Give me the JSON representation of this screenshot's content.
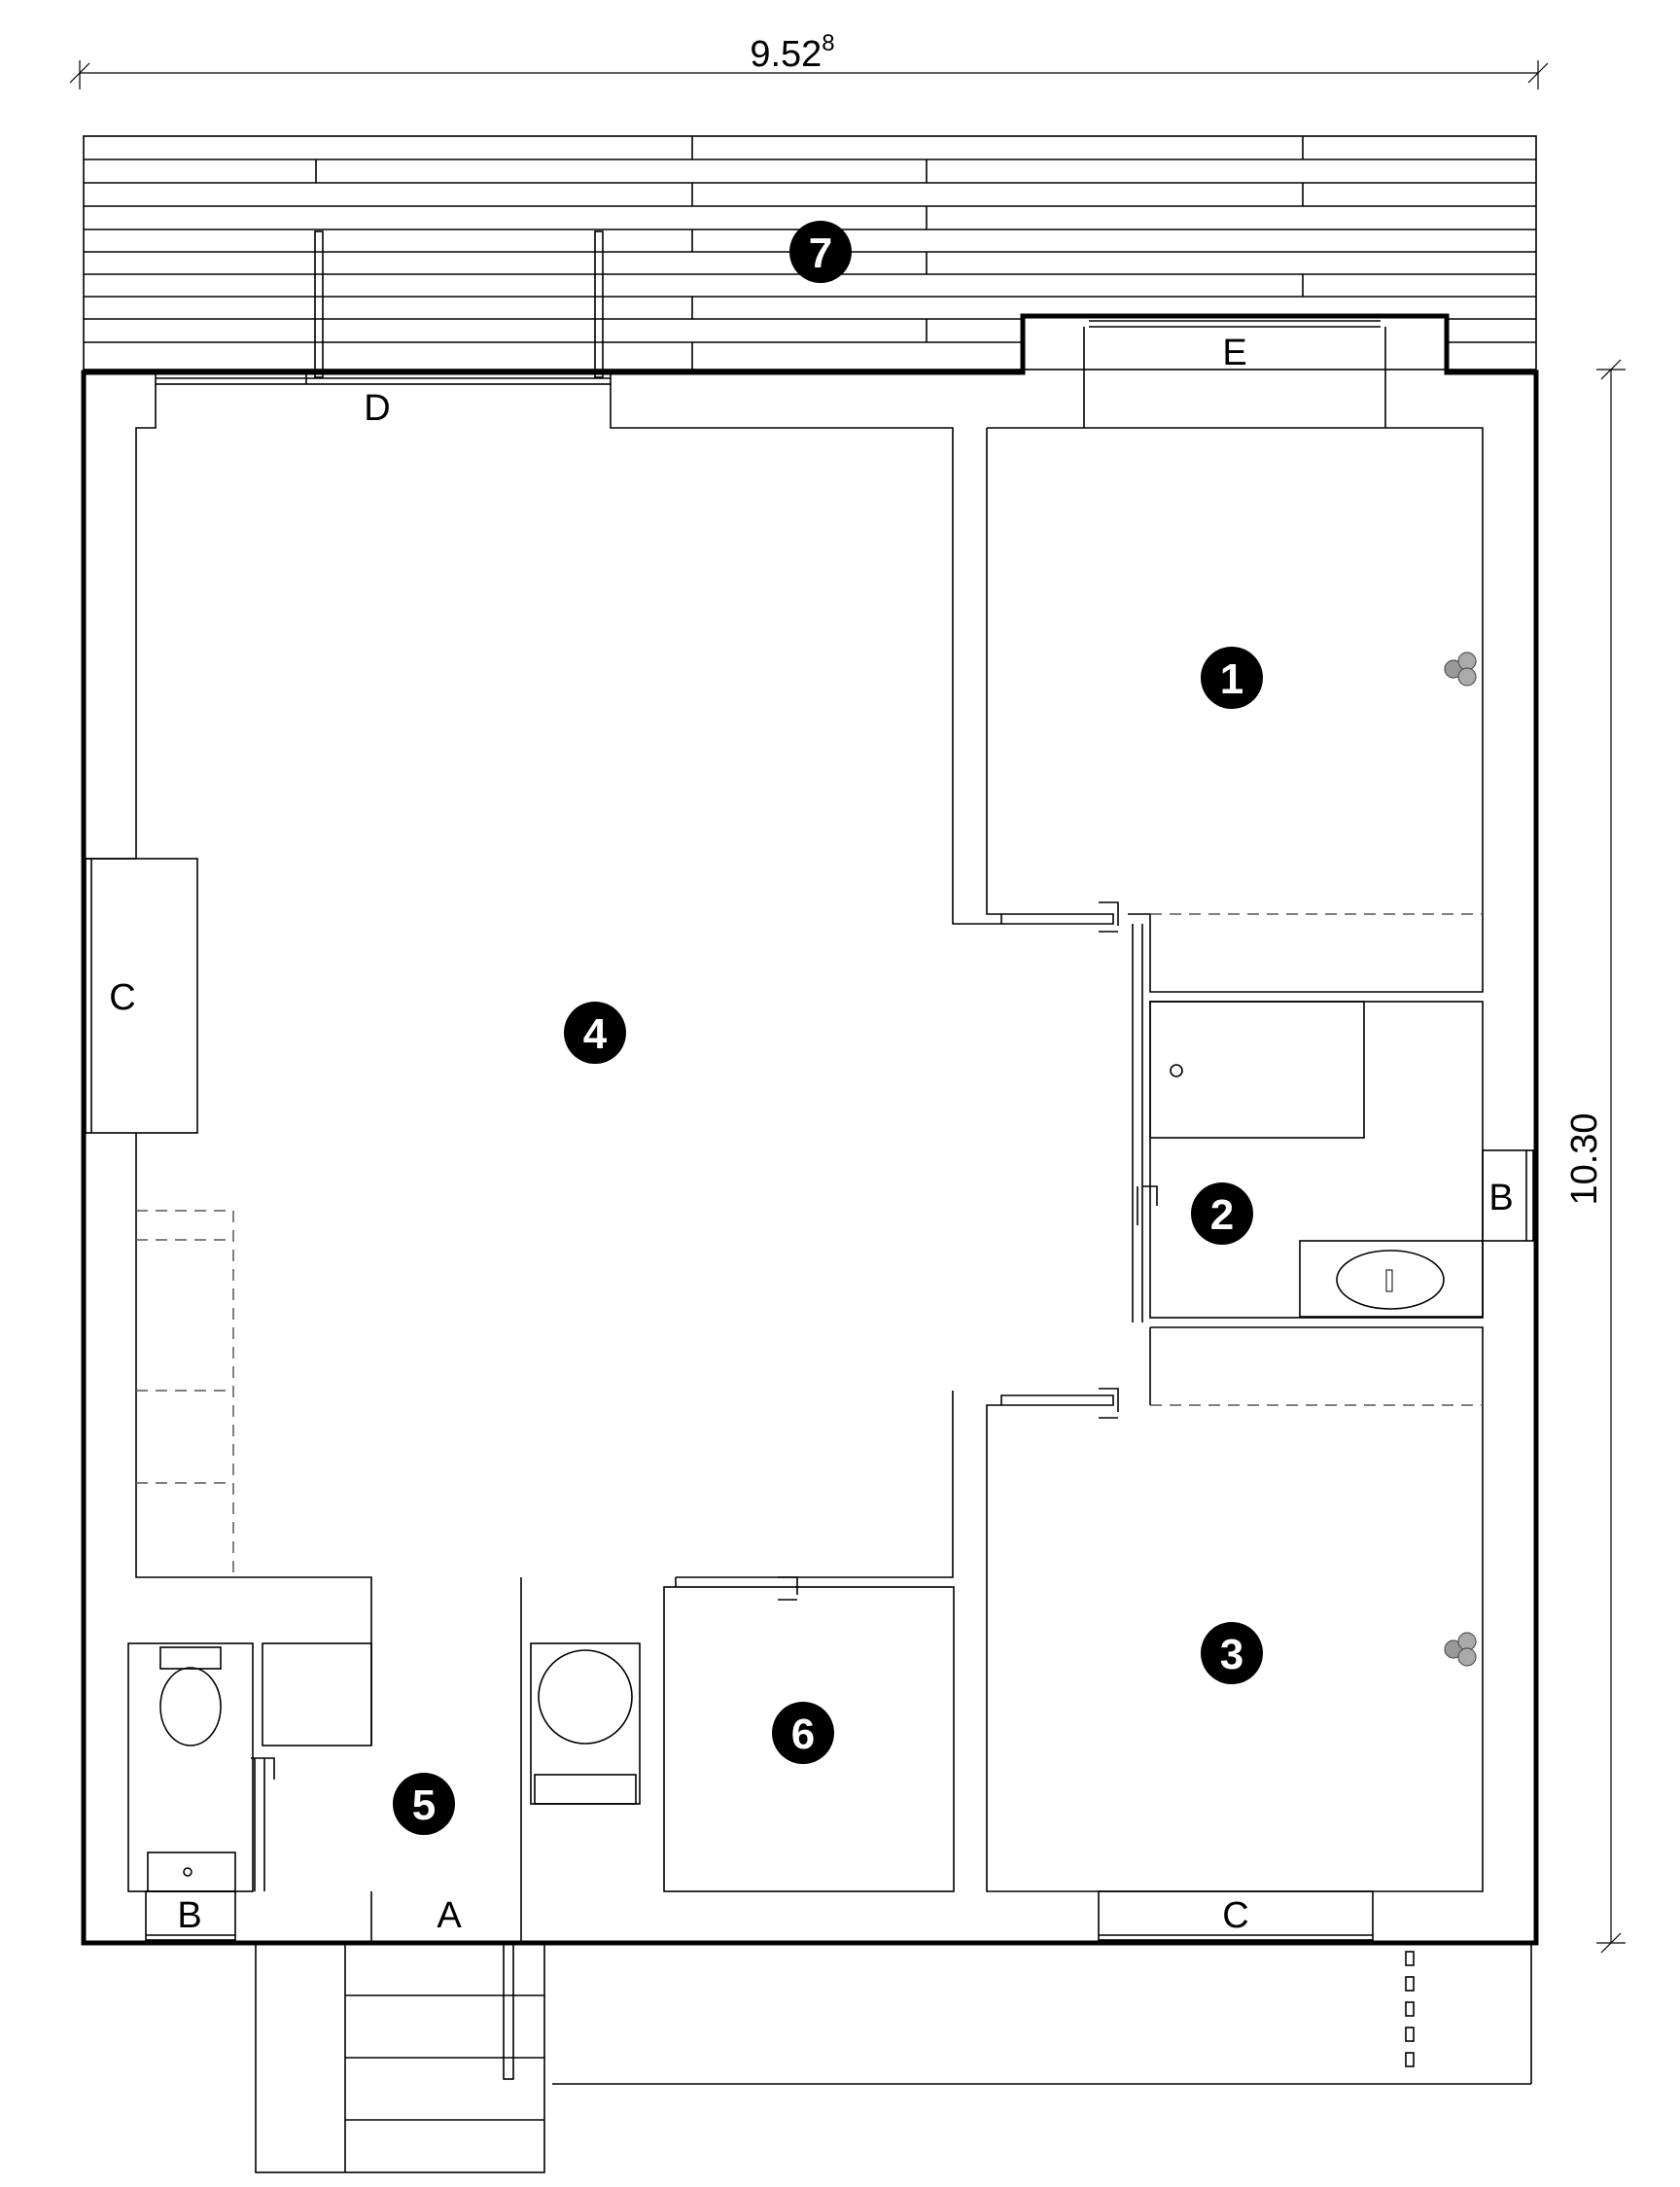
{
  "plan": {
    "dimensions": {
      "width": {
        "main": "9.52",
        "sup": "8"
      },
      "depth": "10.30"
    },
    "rooms": [
      {
        "num": "1"
      },
      {
        "num": "2"
      },
      {
        "num": "3"
      },
      {
        "num": "4"
      },
      {
        "num": "5"
      },
      {
        "num": "6"
      },
      {
        "num": "7"
      }
    ],
    "openings": {
      "A": "A",
      "B": "B",
      "C": "C",
      "D": "D",
      "E": "E"
    }
  }
}
